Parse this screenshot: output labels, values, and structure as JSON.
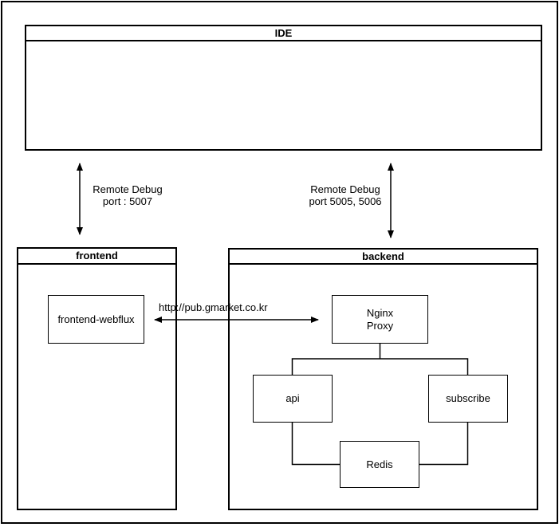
{
  "diagram": {
    "ide": {
      "title": "IDE"
    },
    "frontend": {
      "title": "frontend",
      "webflux_label": "frontend-webflux"
    },
    "backend": {
      "title": "backend",
      "nginx": {
        "line1": "Nginx",
        "line2": "Proxy"
      },
      "api_label": "api",
      "subscribe_label": "subscribe",
      "redis_label": "Redis"
    },
    "connections": {
      "ide_frontend": {
        "line1": "Remote Debug",
        "line2": "port : 5007"
      },
      "ide_backend": {
        "line1": "Remote Debug",
        "line2": "port 5005, 5006"
      },
      "frontend_backend": {
        "label": "http://pub.gmarket.co.kr"
      }
    },
    "colors": {
      "stroke": "#000000",
      "background": "#ffffff",
      "text": "#000000"
    }
  }
}
